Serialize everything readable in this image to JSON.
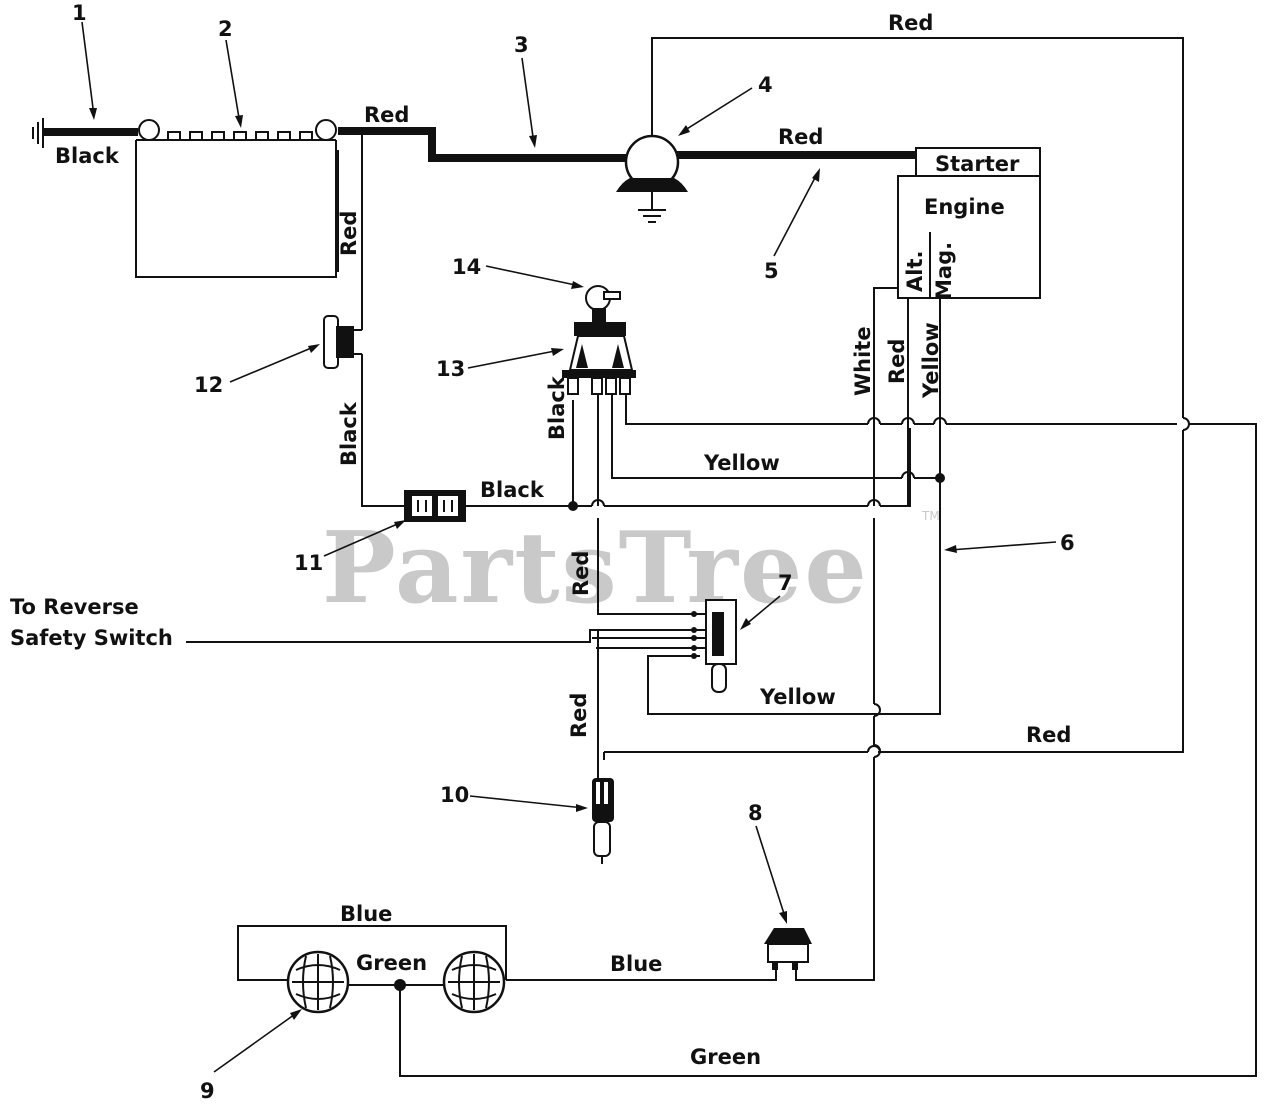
{
  "watermark": {
    "text": "PartsTree",
    "trademark": "TM"
  },
  "callouts": [
    "1",
    "2",
    "3",
    "4",
    "5",
    "6",
    "7",
    "8",
    "9",
    "10",
    "11",
    "12",
    "13",
    "14"
  ],
  "wire_labels": {
    "black_ground": "Black",
    "red_battery_top": "Red",
    "red_battery_side": "Red",
    "red_top": "Red",
    "red_starter": "Red",
    "black_left": "Black",
    "black_center": "Black",
    "black_ignition": "Black",
    "white": "White",
    "red_alt": "Red",
    "yellow_mag": "Yellow",
    "yellow_upper": "Yellow",
    "red_mid": "Red",
    "yellow_lower": "Yellow",
    "red_lower_right": "Red",
    "red_plug": "Red",
    "blue_top": "Blue",
    "green_lights": "Green",
    "blue_switch": "Blue",
    "green_bottom": "Green"
  },
  "components": {
    "starter": "Starter",
    "engine": "Engine",
    "alt": "Alt.",
    "mag": "Mag."
  },
  "reverse_switch": {
    "line1": "To Reverse",
    "line2": "Safety Switch"
  }
}
